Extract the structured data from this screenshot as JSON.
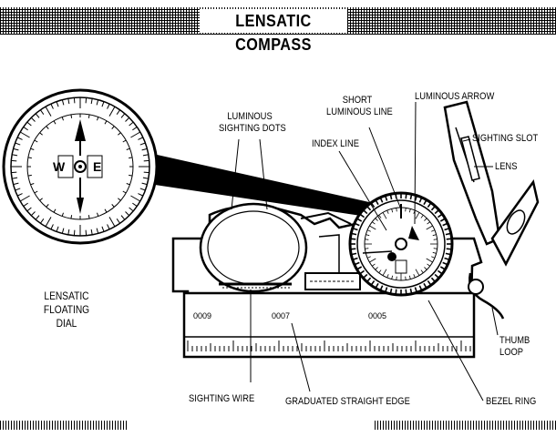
{
  "title": "LENSATIC COMPASS",
  "dial": {
    "east": "E",
    "west": "W",
    "label": "LENSATIC\nFLOATING\nDIAL"
  },
  "labels": {
    "sighting_dots": "LUMINOUS\nSIGHTING DOTS",
    "short_line": "SHORT\nLUMINOUS LINE",
    "arrow": "LUMINOUS ARROW",
    "index_line": "INDEX LINE",
    "sighting_slot": "SIGHTING SLOT",
    "lens": "LENS",
    "thumb_loop": "THUMB\nLOOP",
    "sighting_wire": "SIGHTING WIRE",
    "straight_edge": "GRADUATED STRAIGHT EDGE",
    "bezel_ring": "BEZEL RING"
  },
  "scale_numbers": [
    "0009",
    "0007",
    "0005"
  ]
}
